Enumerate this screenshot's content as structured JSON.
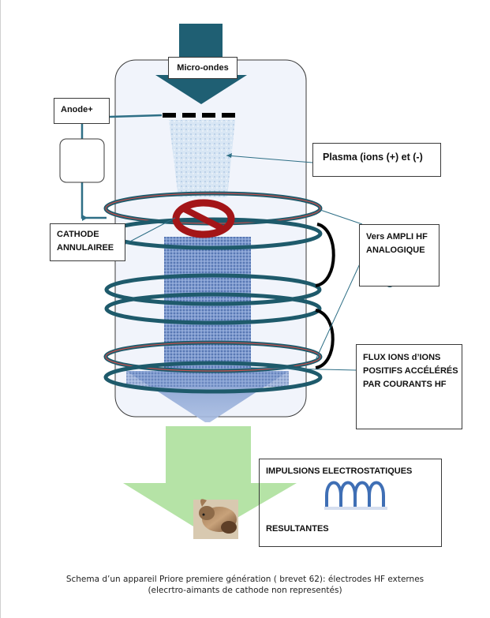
{
  "labels": {
    "micro_ondes": "Micro-ondes",
    "anode": "Anode+",
    "plasma": "Plasma (ions (+) et (-)",
    "cathode_line1": "CATHODE",
    "cathode_line2": "ANNULAIREE",
    "ampli_line1": "Vers AMPLI HF",
    "ampli_line2": "ANALOGIQUE",
    "flux_line1": "FLUX IONS d’IONS",
    "flux_line2": "POSITIFS ACCÉLÉRÉS",
    "flux_line3": "PAR COURANTS HF",
    "impulsions_title": "IMPULSIONS ELECTROSTATIQUES",
    "impulsions_bottom": "RESULTANTES"
  },
  "caption": {
    "line1": "Schema d’un appareil Priore premiere génération ( brevet 62): électrodes HF externes",
    "line2": "(elecrtro-aimants de cathode non representés)"
  },
  "colors": {
    "microwave_arrow": "#1f5f73",
    "chamber_fill": "#f1f4fb",
    "chamber_border": "#3a3a3a",
    "coil_teal": "#1e5a6b",
    "coil_red": "#c0504d",
    "plasma_fill": "#cfe0f2",
    "ion_flux": "#6f8fc7",
    "output_arrow": "#b5e3a6",
    "forbidden_red": "#c0181a",
    "wave_blue": "#3f6fb5",
    "connector": "#2e6f86"
  }
}
